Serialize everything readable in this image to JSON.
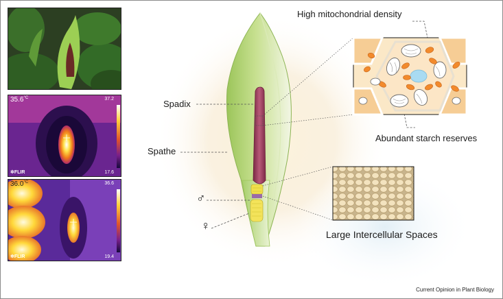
{
  "figure": {
    "labels": {
      "spadix": "Spadix",
      "spathe": "Spathe",
      "male_symbol": "♂",
      "female_symbol": "♀",
      "mitochondria": "High mitochondrial density",
      "starch": "Abundant starch reserves",
      "intercellular": "Large Intercellular Spaces"
    },
    "credit": "Current Opinion in Plant Biology"
  },
  "thermal_panels": [
    {
      "temp_main": "35.6",
      "unit": "°C",
      "scale_max": "37.2",
      "scale_min": "17.6",
      "brand": "FLIR"
    },
    {
      "temp_main": "36.0",
      "unit": "°C",
      "scale_max": "36.6",
      "scale_min": "19.4",
      "brand": "FLIR"
    }
  ],
  "colors": {
    "spathe_green": "#b9d77a",
    "spadix_maroon": "#9c3f5c",
    "cell_orange": "#f7cf9a",
    "mito_orange": "#f08a2b",
    "nucleus_blue": "#9fd6f0",
    "grain_beige": "#f0dcb4"
  }
}
